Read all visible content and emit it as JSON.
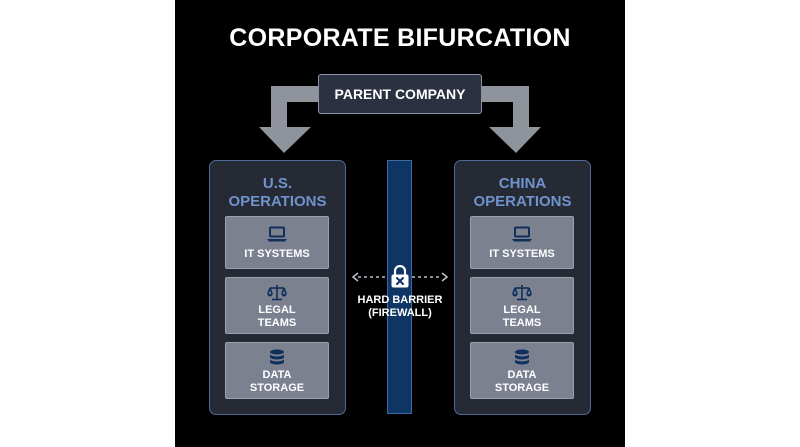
{
  "diagram": {
    "title": "CORPORATE BIFURCATION",
    "parent": {
      "label": "PARENT COMPANY"
    },
    "regions": [
      {
        "title_lines": [
          "U.S.",
          "OPERATIONS"
        ],
        "items": [
          {
            "icon": "laptop-icon",
            "lines": [
              "IT SYSTEMS"
            ]
          },
          {
            "icon": "scales-icon",
            "lines": [
              "LEGAL",
              "TEAMS"
            ]
          },
          {
            "icon": "database-icon",
            "lines": [
              "DATA",
              "STORAGE"
            ]
          }
        ]
      },
      {
        "title_lines": [
          "CHINA",
          "OPERATIONS"
        ],
        "items": [
          {
            "icon": "laptop-icon",
            "lines": [
              "IT SYSTEMS"
            ]
          },
          {
            "icon": "scales-icon",
            "lines": [
              "LEGAL",
              "TEAMS"
            ]
          },
          {
            "icon": "database-icon",
            "lines": [
              "DATA",
              "STORAGE"
            ]
          }
        ]
      }
    ],
    "barrier": {
      "icon": "lock-icon",
      "lines": [
        "HARD BARRIER",
        "(FIREWALL)"
      ]
    },
    "colors": {
      "background": "#000000",
      "region_title": "#6f93cc",
      "card": "#7c8190",
      "firewall": "#0e3563",
      "icon": "#0f2f5c",
      "arrow": "#8e939c"
    }
  }
}
